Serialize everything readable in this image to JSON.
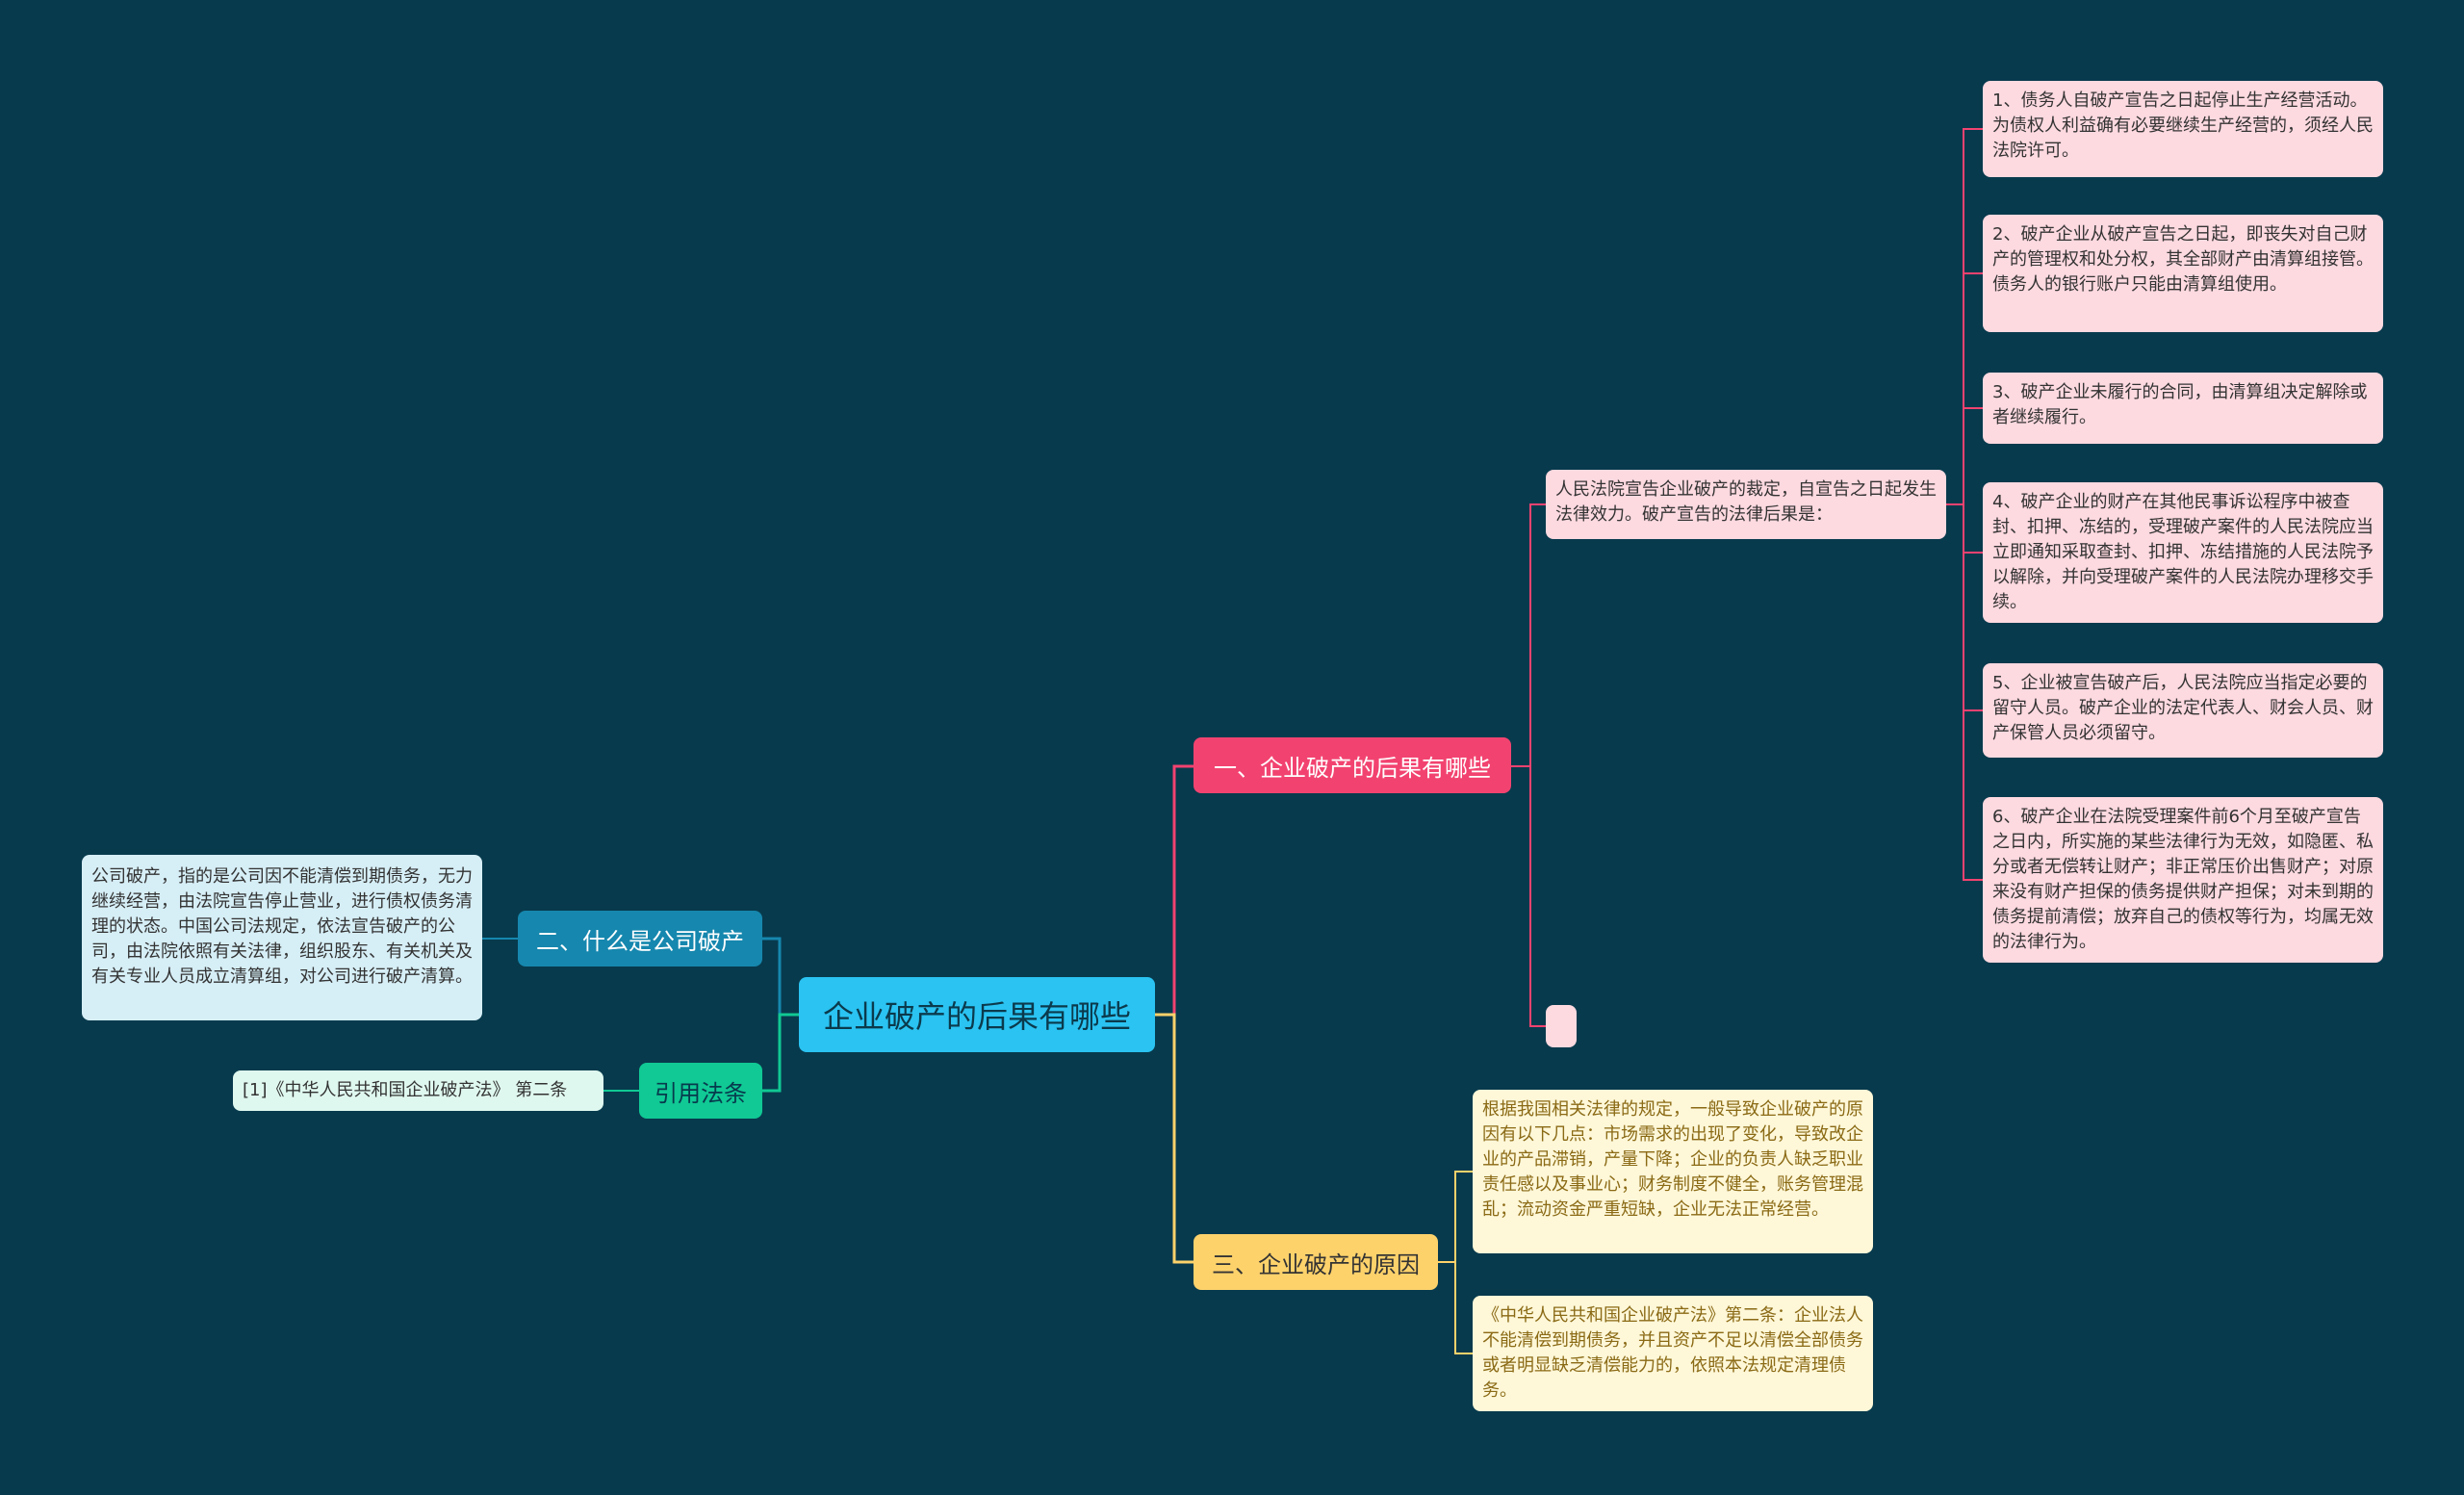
{
  "root": {
    "label": "企业破产的后果有哪些"
  },
  "branches": {
    "consequences": {
      "label": "一、企业破产的后果有哪些",
      "intro": "人民法院宣告企业破产的裁定，自宣告之日起发生法律效力。破产宣告的法律后果是：",
      "items": [
        "1、债务人自破产宣告之日起停止生产经营活动。为债权人利益确有必要继续生产经营的，须经人民法院许可。",
        "2、破产企业从破产宣告之日起，即丧失对自己财产的管理权和处分权，其全部财产由清算组接管。债务人的银行账户只能由清算组使用。",
        "3、破产企业未履行的合同，由清算组决定解除或者继续履行。",
        "4、破产企业的财产在其他民事诉讼程序中被查封、扣押、冻结的，受理破产案件的人民法院应当立即通知采取查封、扣押、冻结措施的人民法院予以解除，并向受理破产案件的人民法院办理移交手续。",
        "5、企业被宣告破产后，人民法院应当指定必要的留守人员。破产企业的法定代表人、财会人员、财产保管人员必须留守。",
        "6、破产企业在法院受理案件前6个月至破产宣告之日内，所实施的某些法律行为无效，如隐匿、私分或者无偿转让财产；非正常压价出售财产；对原来没有财产担保的债务提供财产担保；对未到期的债务提前清偿；放弃自己的债权等行为，均属无效的法律行为。"
      ]
    },
    "definition": {
      "label": "二、什么是公司破产",
      "text": "公司破产，指的是公司因不能清偿到期债务，无力继续经营，由法院宣告停止营业，进行债权债务清理的状态。中国公司法规定，依法宣告破产的公司，由法院依照有关法律，组织股东、有关机关及有关专业人员成立清算组，对公司进行破产清算。"
    },
    "citation": {
      "label": "引用法条",
      "text": "[1]《中华人民共和国企业破产法》 第二条"
    },
    "causes": {
      "label": "三、企业破产的原因",
      "items": [
        "根据我国相关法律的规定，一般导致企业破产的原因有以下几点：市场需求的出现了变化，导致改企业的产品滞销，产量下降；企业的负责人缺乏职业责任感以及事业心；财务制度不健全，账务管理混乱；流动资金严重短缺，企业无法正常经营。",
        "《中华人民共和国企业破产法》第二条：企业法人不能清偿到期债务，并且资产不足以清偿全部债务或者明显缺乏清偿能力的，依照本法规定清理债务。"
      ]
    }
  },
  "colors": {
    "background": "#073a4d",
    "root": "#2ac3f2",
    "consequences": "#f24370",
    "definition": "#1687ae",
    "citation": "#10c994",
    "causes": "#fdd26b",
    "pink_leaf": "#fdd9e0",
    "yellow_leaf": "#fef7d8"
  }
}
